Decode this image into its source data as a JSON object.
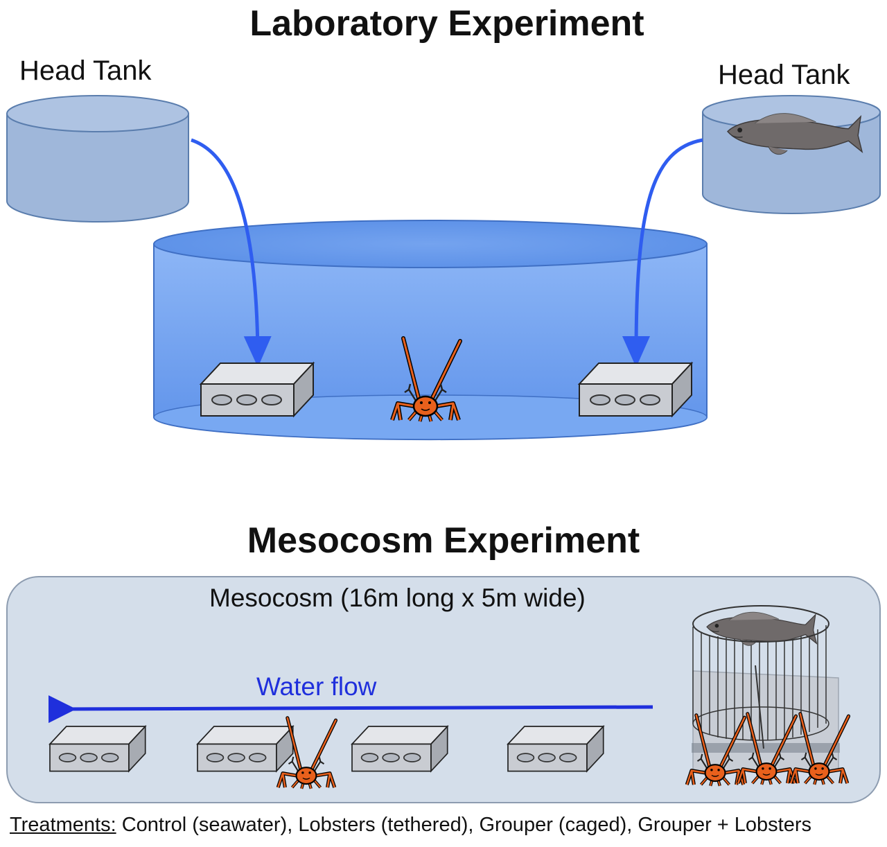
{
  "lab": {
    "title": "Laboratory Experiment",
    "head_tank_left_label": "Head Tank",
    "head_tank_right_label": "Head Tank"
  },
  "meso": {
    "title": "Mesocosm Experiment",
    "basin_label": "Mesocosm (16m long x 5m wide)",
    "flow_label": "Water flow"
  },
  "treatments": {
    "heading": "Treatments:",
    "list": " Control (seawater), Lobsters (tethered), Grouper (caged), Grouper + Lobsters"
  },
  "colors": {
    "tank_fill": "#9db4d6",
    "lab_tank_fill": "#6fa0ee",
    "arrow_blue": "#2f5df0",
    "flow_blue": "#1f2fdc",
    "basin_fill": "#d4deea",
    "box_fill": "#c9ccd2",
    "lobster": "#e8601c"
  },
  "icons": [
    "fish-icon",
    "lobster-icon",
    "shelter-box",
    "cage-icon"
  ]
}
